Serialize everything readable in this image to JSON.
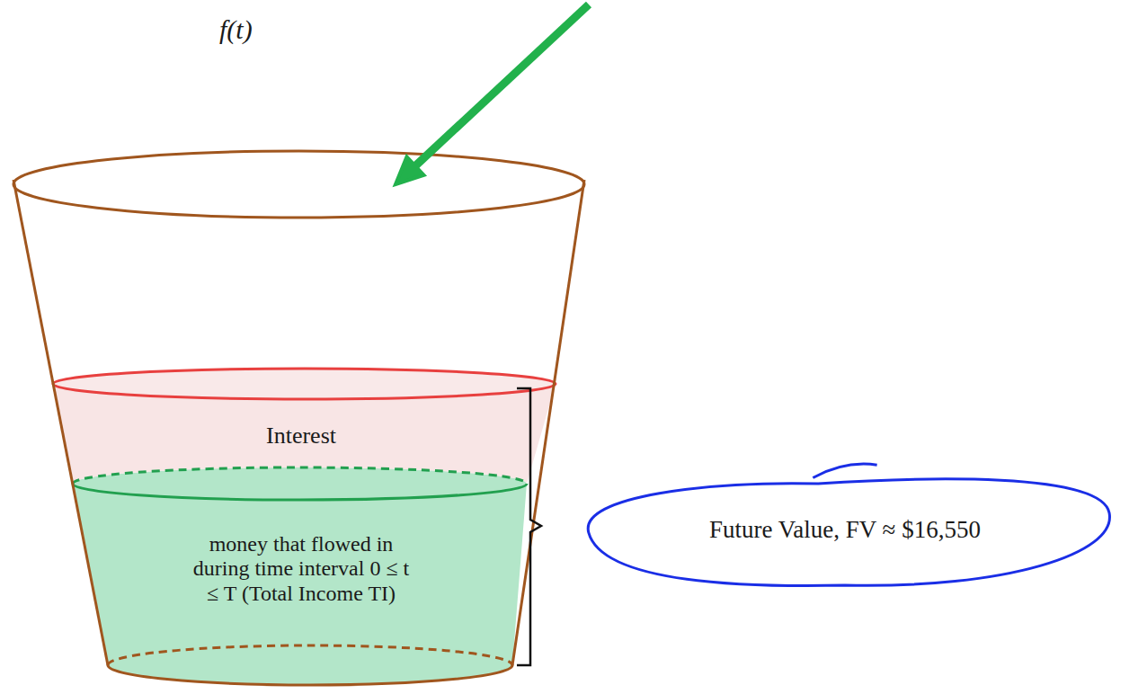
{
  "diagram": {
    "nodes": [
      {
        "text": [
          "Interest"
        ]
      },
      {
        "text": [
          "money that flowed in during time interval 0 ≤ t ≤ T (Total Income TI)"
        ]
      },
      {
        "text": [
          "Future Value, FV ≈ $16,550"
        ]
      }
    ],
    "labels": [
      "f(t)"
    ]
  }
}
